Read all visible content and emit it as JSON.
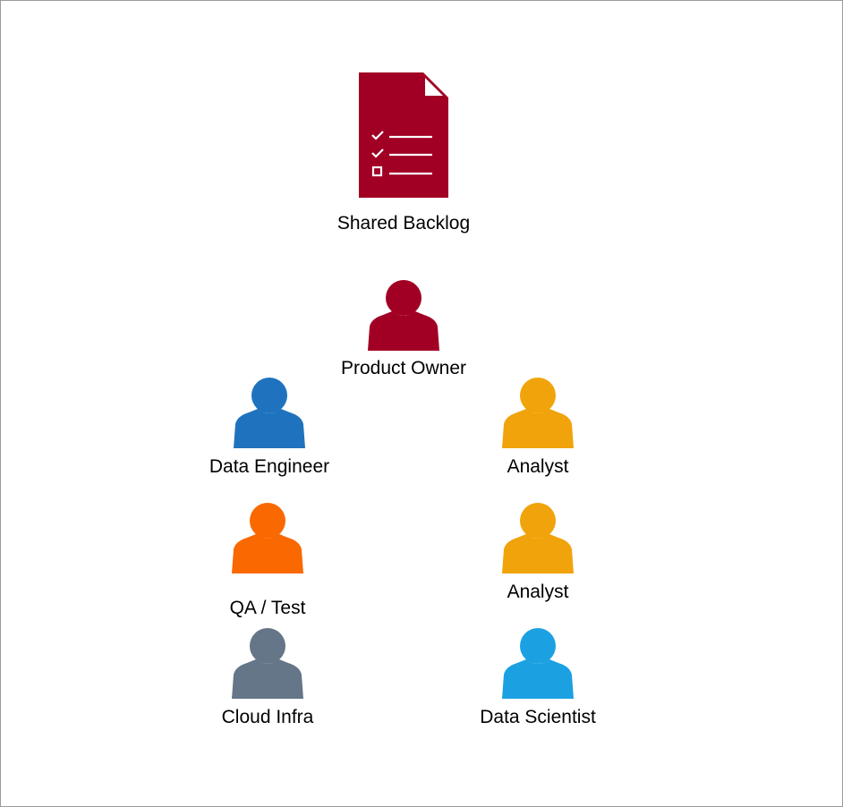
{
  "diagram": {
    "backlog": {
      "label": "Shared Backlog",
      "icon": "checklist-document-icon",
      "color": "#a10024"
    },
    "roles": [
      {
        "id": "product-owner",
        "label": "Product Owner",
        "icon": "person-icon",
        "color": "#a10024"
      },
      {
        "id": "data-engineer",
        "label": "Data Engineer",
        "icon": "person-icon",
        "color": "#1f73be"
      },
      {
        "id": "analyst-1",
        "label": "Analyst",
        "icon": "person-icon",
        "color": "#f0a30a"
      },
      {
        "id": "qa-test",
        "label": "QA / Test",
        "icon": "person-icon",
        "color": "#fa6800"
      },
      {
        "id": "analyst-2",
        "label": "Analyst",
        "icon": "person-icon",
        "color": "#f0a30a"
      },
      {
        "id": "cloud-infra",
        "label": "Cloud Infra",
        "icon": "person-icon",
        "color": "#647687"
      },
      {
        "id": "data-scientist",
        "label": "Data Scientist",
        "icon": "person-icon",
        "color": "#1ba1e2"
      }
    ]
  }
}
